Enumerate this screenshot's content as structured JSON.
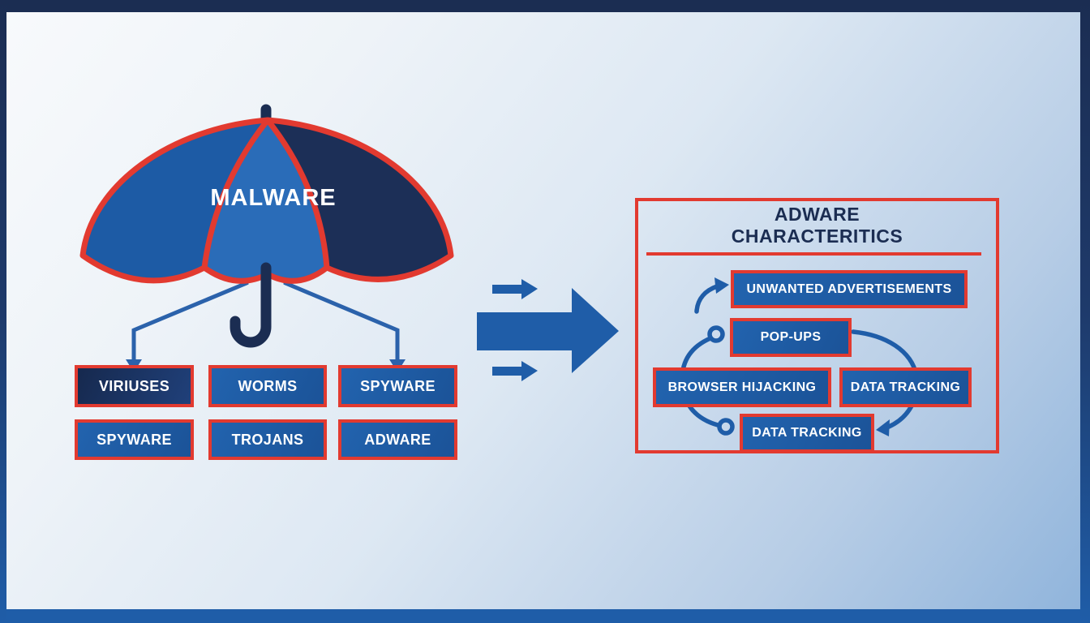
{
  "umbrella": {
    "label": "MALWARE"
  },
  "malware_types": {
    "items": [
      "VIRIUSES",
      "WORMS",
      "SPYWARE",
      "SPYWARE",
      "TROJANS",
      "ADWARE"
    ]
  },
  "adware_panel": {
    "title_line1": "ADWARE",
    "title_line2": "CHARACTERITICS",
    "items": [
      "UNWANTED ADVERTISEMENTS",
      "POP-UPS",
      "BROWSER HIJACKING",
      "DATA TRACKING",
      "DATA TRACKING"
    ]
  },
  "icons": {
    "flow_arrow": "right-arrow",
    "branch_arrow": "down-arrow",
    "cycle_marker": "ring"
  },
  "colors": {
    "accent_red": "#e23a30",
    "box_blue": "#1e5ca7",
    "dark_navy": "#16294e",
    "umbrella_mid_blue": "#2a6cb8",
    "connector_blue": "#2b62ab",
    "background_light": "#f8fafc",
    "background_blue": "#8eb3db",
    "frame_top": "#1b2d52",
    "frame_bottom": "#1f5da8"
  }
}
